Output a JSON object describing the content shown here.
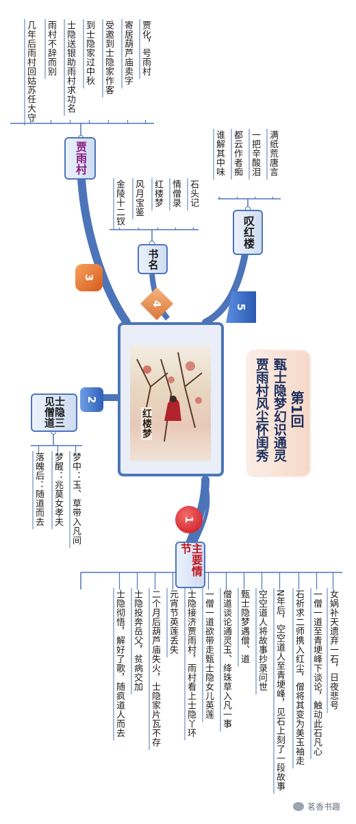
{
  "central": {
    "title_line1": "第1回",
    "title_line2": "甄士隐梦幻识通灵",
    "title_line3": "贾雨村风尘怀闺秀",
    "image_label": "红楼梦"
  },
  "branches": [
    {
      "number": "1",
      "topic": "主要情节",
      "leaves": [
        "女娲补天遗弃一石，日夜悲号",
        "一僧一道至青埂峰下谈论，触动此石凡心",
        "石祈求二师携入红尘，僧将其变为美玉袖走",
        "N年后，空空道人至青埂峰，见石上刻了一段故事",
        "空空道人将故事抄录问世",
        "甄士隐梦遇僧、道",
        "僧道谈论通灵玉、绛珠草入凡一事",
        "一僧一道欲带走甄士隐女儿英莲",
        "士隐接济贾雨村，雨村看上士隐丫环",
        "元宵节英莲丢失",
        "二个月后葫芦庙失火，士隐家片瓦不存",
        "士隐投奔岳父，贫病交加",
        "士隐彻悟，解好了歌，随疯道人而去"
      ]
    },
    {
      "number": "2",
      "topic": "士隐三见僧道",
      "leaves": [
        "梦中：玉、草带入凡间",
        "梦醒：兆莫女孝夫",
        "落魄后：随道而去"
      ]
    },
    {
      "number": "3",
      "topic": "贾雨村",
      "leaves": [
        "贾化，号雨村",
        "寄居葫芦庙卖字",
        "受邀到士隐家作客",
        "到士隐家过中秋",
        "士隐送银助雨村求功名",
        "雨村不辞而别",
        "几年后雨村回姑苏任大守"
      ]
    },
    {
      "number": "4",
      "topic": "书名",
      "leaves": [
        "石头记",
        "情僧录",
        "红楼梦",
        "风月宝鉴",
        "金陵十二钗"
      ]
    },
    {
      "number": "5",
      "topic": "叹红楼",
      "leaves": [
        "满纸荒唐言",
        "一把辛酸泪",
        "都云作者痴",
        "谁解其中味"
      ]
    }
  ],
  "watermark": {
    "text": "茗香书趣"
  },
  "colors": {
    "line": "#4c74b9",
    "node1": "#d7262e",
    "node2": "#3b6cc7",
    "node3": "#e2772f",
    "node4": "#e0894a",
    "node5": "#3b6cc7"
  }
}
